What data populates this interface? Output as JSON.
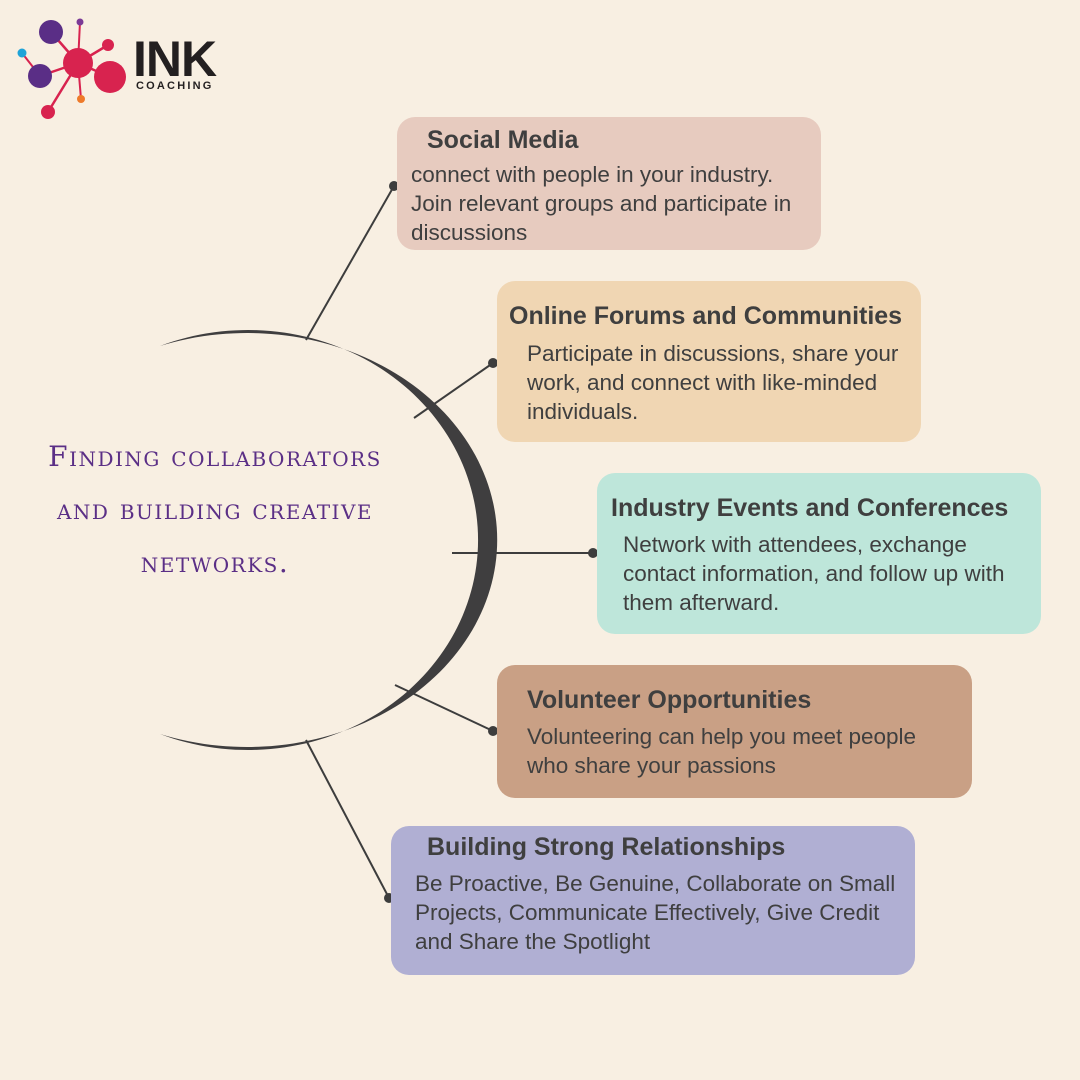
{
  "logo": {
    "word": "INK",
    "subword": "COACHING"
  },
  "center": {
    "title": "Finding collaborators and building creative networks."
  },
  "colors": {
    "background": "#f8efe2",
    "crescent": "#3f3e3f",
    "title_purple": "#5b2f86",
    "social_card": "#e7cbbf",
    "forums_card": "#f0d6b3",
    "events_card": "#bee6da",
    "volunteer_card": "#c9a085",
    "relations_card": "#b0afd3"
  },
  "branches": [
    {
      "title": "Social Media",
      "text": "connect with people in your industry. Join relevant groups and participate in discussions"
    },
    {
      "title": "Online Forums and Communities",
      "text": "Participate in discussions, share your work, and connect with like-minded individuals."
    },
    {
      "title": "Industry Events and Conferences",
      "text": "Network with attendees, exchange contact information, and follow up with them afterward."
    },
    {
      "title": "Volunteer Opportunities",
      "text": "Volunteering can help you meet people who share your passions"
    },
    {
      "title": "Building Strong Relationships",
      "text": "Be Proactive, Be Genuine, Collaborate on Small Projects, Communicate Effectively, Give Credit and Share the Spotlight"
    }
  ]
}
